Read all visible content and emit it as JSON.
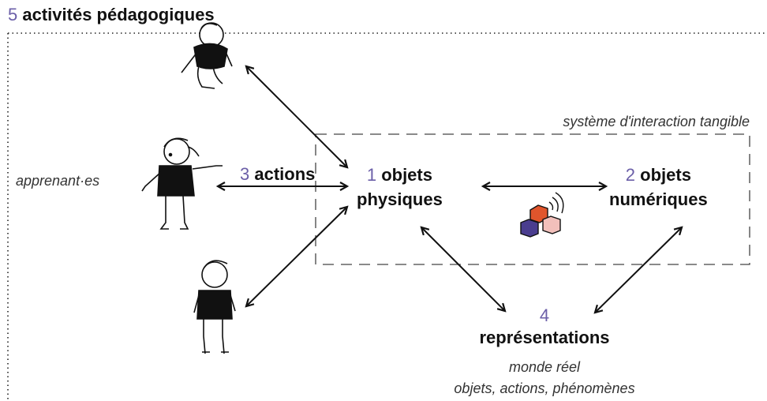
{
  "title": {
    "number": "5",
    "text": "activités pédagogiques"
  },
  "tangible_system": {
    "label": "système d'interaction tangible"
  },
  "learners": {
    "label": "apprenant·es"
  },
  "actions": {
    "number": "3",
    "text": "actions"
  },
  "physical_objects": {
    "number": "1",
    "line1": "objets",
    "line2": "physiques"
  },
  "digital_objects": {
    "number": "2",
    "line1": "objets",
    "line2": "numériques"
  },
  "representations": {
    "number": "4",
    "text": "représentations"
  },
  "real_world": {
    "line1": "monde réel",
    "line2": "objets, actions, phénomènes"
  },
  "colors": {
    "number_accent": "#6b5fa8",
    "cube_orange": "#e0552c",
    "cube_purple": "#4a3d8f",
    "cube_pink": "#f2c0bb"
  }
}
